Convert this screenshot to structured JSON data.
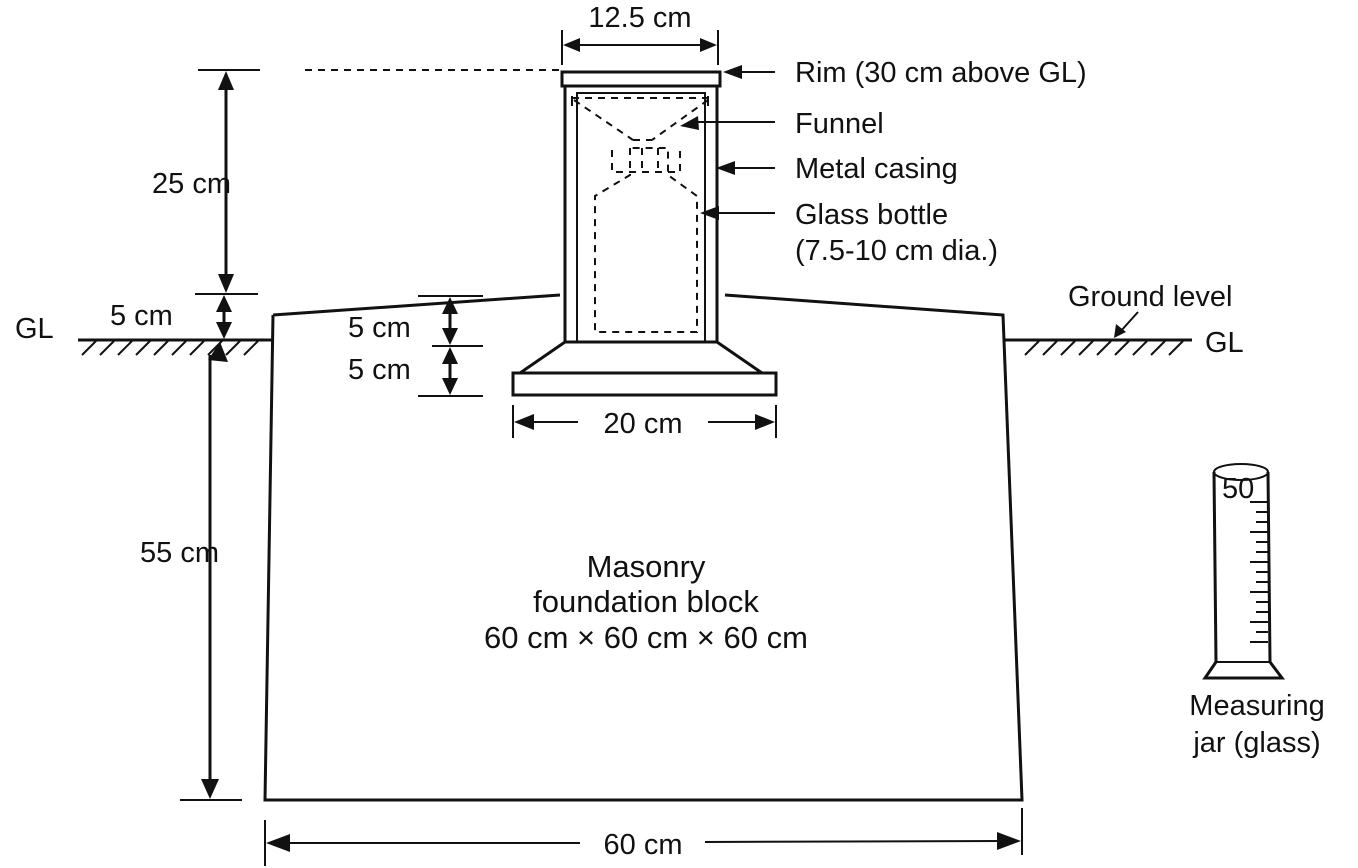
{
  "labels": {
    "top_width": "12.5 cm",
    "rim": "Rim (30 cm above GL)",
    "funnel": "Funnel",
    "metal_casing": "Metal casing",
    "glass_bottle": "Glass bottle",
    "bottle_dia": "(7.5-10 cm dia.)",
    "ground_level": "Ground level",
    "gl_left": "GL",
    "gl_right": "GL",
    "dim_25": "25 cm",
    "dim_5_left": "5 cm",
    "dim_5_a": "5 cm",
    "dim_5_b": "5 cm",
    "dim_20": "20 cm",
    "dim_55": "55 cm",
    "dim_60": "60 cm",
    "block_line1": "Masonry",
    "block_line2": "foundation block",
    "block_line3": "60 cm × 60 cm × 60 cm",
    "jar_value": "50",
    "jar_line1": "Measuring",
    "jar_line2": "jar (glass)"
  },
  "icons": {
    "arrow": "arrow-icon",
    "hatch": "ground-hatch-icon"
  }
}
